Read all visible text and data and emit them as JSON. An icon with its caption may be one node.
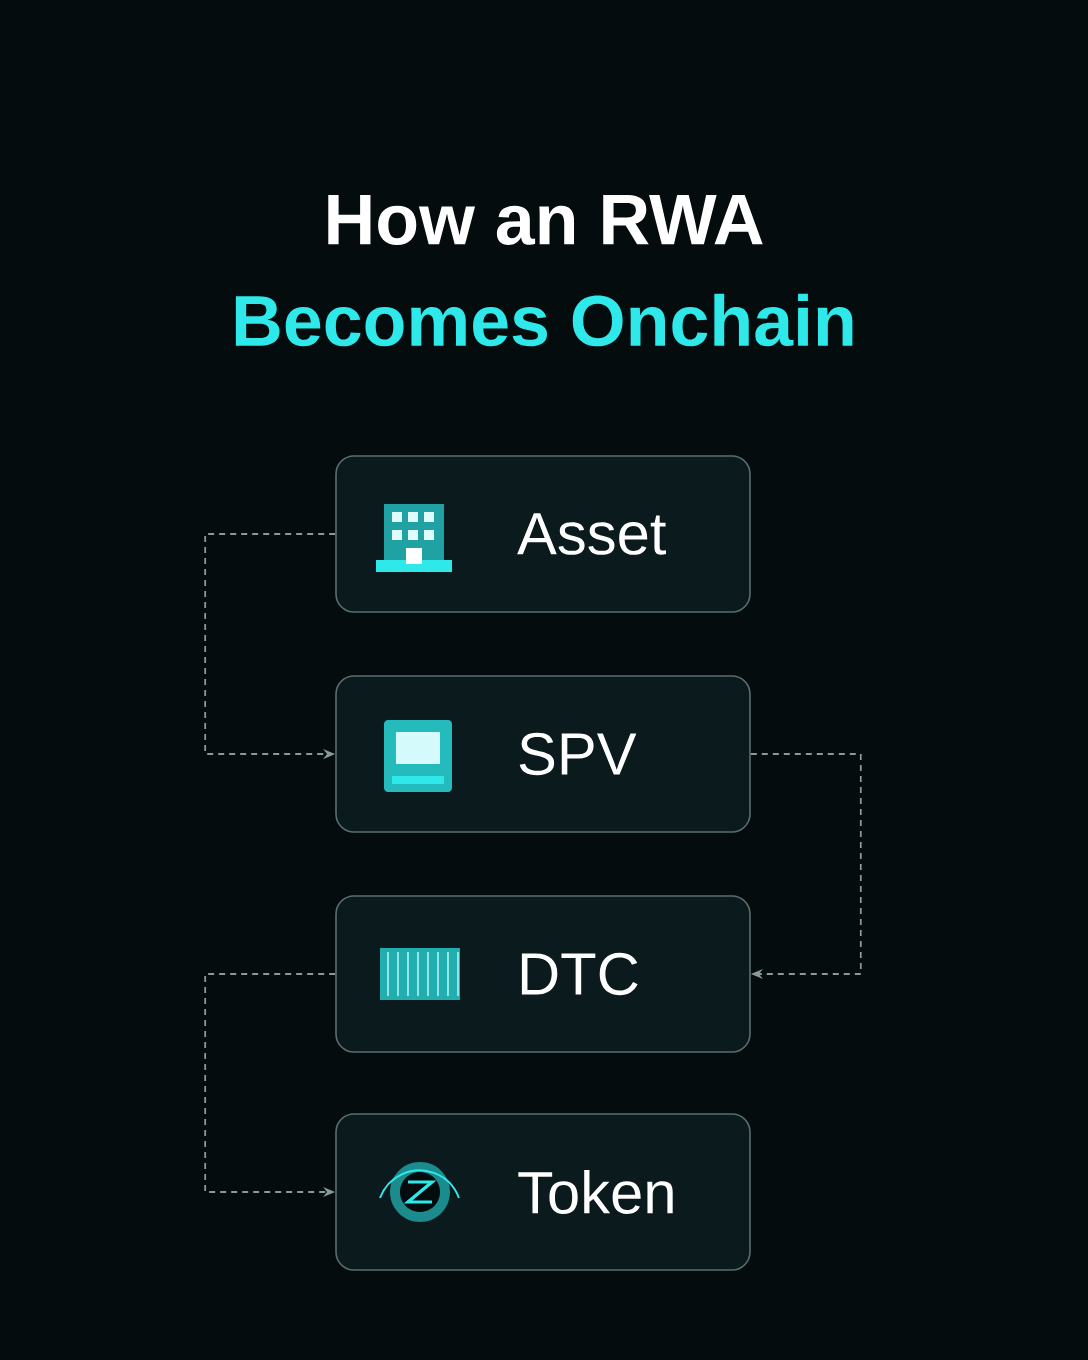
{
  "diagram": {
    "title": "How an RWA",
    "nodes": [
      {
        "text": [
          "Asset"
        ]
      },
      {
        "text": [
          "SPV"
        ]
      },
      {
        "text": [
          "DTC"
        ]
      },
      {
        "text": [
          "Token"
        ]
      }
    ],
    "edges": [
      {
        "from": 0,
        "to": 1,
        "arrow": "to",
        "style": "dashed"
      },
      {
        "from": 1,
        "to": 2,
        "arrow": "to",
        "style": "dashed"
      },
      {
        "from": 2,
        "to": 3,
        "arrow": "to",
        "style": "dashed"
      }
    ],
    "labels": [
      "Becomes Onchain"
    ]
  }
}
